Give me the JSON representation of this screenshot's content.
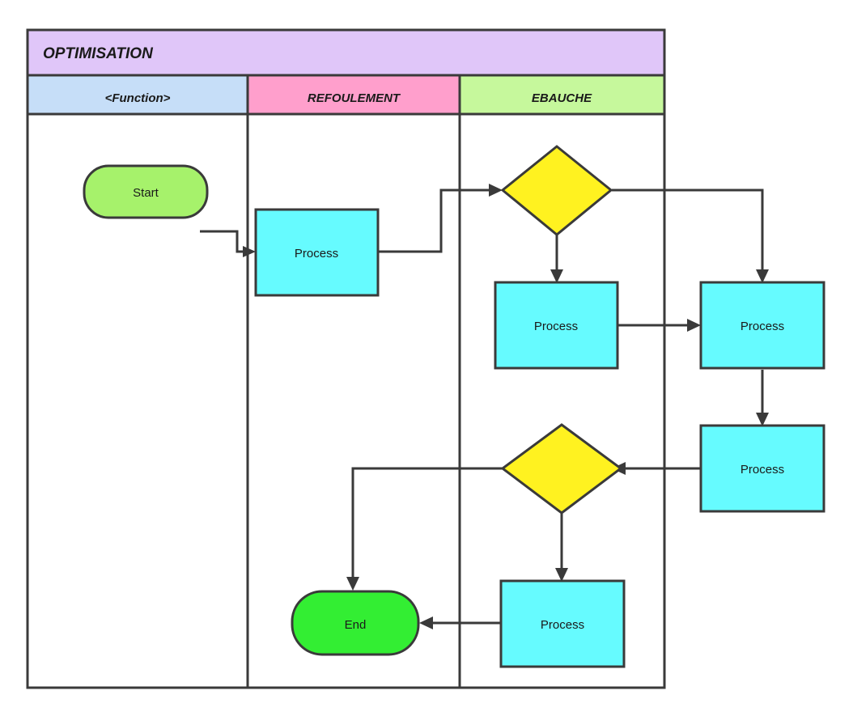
{
  "diagram": {
    "title": "OPTIMISATION",
    "type": "swimlane-flowchart",
    "colors": {
      "title_band": "#E0C6F9",
      "lane_function": "#C6DEF8",
      "lane_refoulement": "#FF9FCC",
      "lane_ebauche": "#C6F89C",
      "start_node": "#A6F26B",
      "end_node": "#33EE33",
      "process_node": "#66FBFF",
      "decision_node": "#FFF220",
      "stroke": "#3A3A3A",
      "text": "#1A1A1A",
      "background": "#FFFFFF"
    },
    "lanes": [
      {
        "id": "lane-function",
        "label": "<Function>",
        "fill": "#C6DEF8"
      },
      {
        "id": "lane-refoulement",
        "label": "REFOULEMENT",
        "fill": "#FF9FCC"
      },
      {
        "id": "lane-ebauche",
        "label": "EBAUCHE",
        "fill": "#C6F89C"
      }
    ],
    "nodes": [
      {
        "id": "start",
        "label": "Start",
        "shape": "stadium",
        "lane": "lane-function",
        "fill": "#A6F26B"
      },
      {
        "id": "process-1",
        "label": "Process",
        "shape": "rectangle",
        "lane": "lane-refoulement",
        "fill": "#66FBFF"
      },
      {
        "id": "decision-1",
        "label": "",
        "shape": "diamond",
        "lane": "lane-ebauche",
        "fill": "#FFF220"
      },
      {
        "id": "process-2",
        "label": "Process",
        "shape": "rectangle",
        "lane": "lane-ebauche",
        "fill": "#66FBFF"
      },
      {
        "id": "process-3",
        "label": "Process",
        "shape": "rectangle",
        "lane": "lane-ebauche",
        "fill": "#66FBFF"
      },
      {
        "id": "process-4",
        "label": "Process",
        "shape": "rectangle",
        "lane": "lane-ebauche",
        "fill": "#66FBFF"
      },
      {
        "id": "decision-2",
        "label": "",
        "shape": "diamond",
        "lane": "lane-ebauche",
        "fill": "#FFF220"
      },
      {
        "id": "process-5",
        "label": "Process",
        "shape": "rectangle",
        "lane": "lane-ebauche",
        "fill": "#66FBFF"
      },
      {
        "id": "end",
        "label": "End",
        "shape": "stadium",
        "lane": "lane-refoulement",
        "fill": "#33EE33"
      }
    ],
    "edges": [
      {
        "from": "start",
        "to": "process-1",
        "label": ""
      },
      {
        "from": "process-1",
        "to": "decision-1",
        "label": ""
      },
      {
        "from": "decision-1",
        "to": "process-2",
        "label": ""
      },
      {
        "from": "decision-1",
        "to": "process-3",
        "label": ""
      },
      {
        "from": "process-2",
        "to": "process-3",
        "label": ""
      },
      {
        "from": "process-3",
        "to": "process-4",
        "label": ""
      },
      {
        "from": "process-4",
        "to": "decision-2",
        "label": ""
      },
      {
        "from": "decision-2",
        "to": "end",
        "label": ""
      },
      {
        "from": "decision-2",
        "to": "process-5",
        "label": ""
      },
      {
        "from": "process-5",
        "to": "end",
        "label": ""
      }
    ]
  }
}
